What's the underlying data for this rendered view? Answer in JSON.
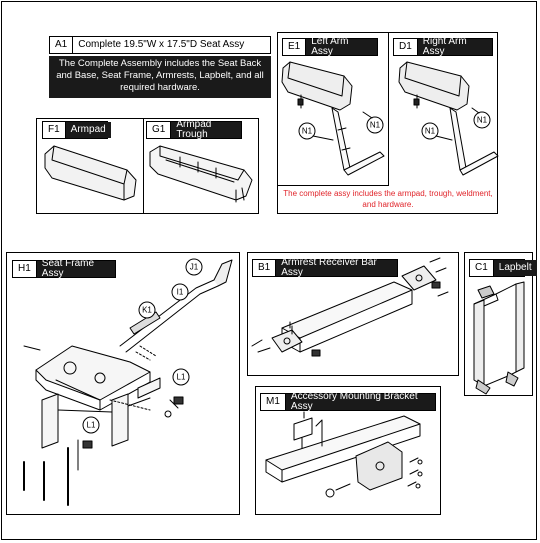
{
  "a1": {
    "code": "A1",
    "title": "Complete 19.5\"W x 17.5\"D Seat Assy",
    "description": "The Complete Assembly includes the Seat Back and Base, Seat Frame, Armrests, Lapbelt, and all required hardware."
  },
  "f1": {
    "code": "F1",
    "title": "Armpad"
  },
  "g1": {
    "code": "G1",
    "title": "Armpad Trough"
  },
  "e1": {
    "code": "E1",
    "title": "Left Arm Assy"
  },
  "d1": {
    "code": "D1",
    "title": "Right Arm Assy"
  },
  "arm_note": "The complete assy includes the armpad, trough, weldment, and hardware.",
  "h1": {
    "code": "H1",
    "title": "Seat Frame Assy"
  },
  "b1": {
    "code": "B1",
    "title": "Armrest Receiver Bar Assy"
  },
  "c1": {
    "code": "C1",
    "title": "Lapbelt"
  },
  "m1": {
    "code": "M1",
    "title": "Accessory Mounting Bracket Assy"
  },
  "callouts": {
    "n1": "N1",
    "j1": "J1",
    "i1": "I1",
    "k1": "K1",
    "l1": "L1"
  },
  "colors": {
    "note_red": "#e0242a",
    "label_dark": "#1a1a1a"
  }
}
